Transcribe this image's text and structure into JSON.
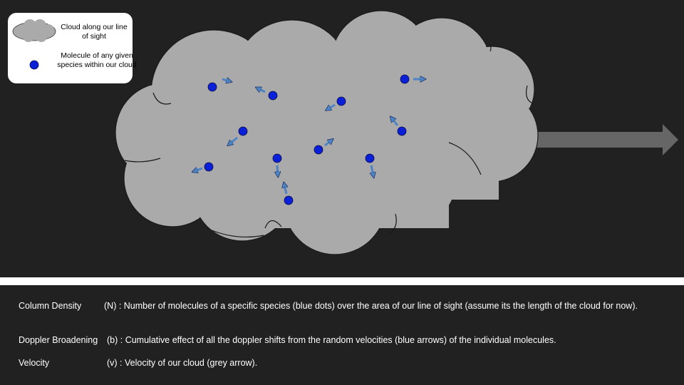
{
  "legend": {
    "cloud_label": "Cloud along our line of sight",
    "molecule_label": "Molecule of any given species within our cloud"
  },
  "definitions": [
    {
      "term": "Column Density",
      "text": "(N) : Number of molecules of a specific species (blue dots) over the area of our line of sight (assume its the length of the cloud for now)."
    },
    {
      "term": "Doppler Broadening",
      "text": "(b) : Cumulative effect of all the doppler shifts from the random velocities (blue arrows) of the individual molecules."
    },
    {
      "term": "Velocity",
      "text": "(v) : Velocity of our cloud (grey arrow)."
    }
  ],
  "colors": {
    "background": "#212121",
    "cloud_fill": "#aaaaaa",
    "molecule": "#0a1fd8",
    "velocity_arrow": "#4d84c4",
    "cloud_arrow": "#666666",
    "legend_bg": "#ffffff"
  }
}
